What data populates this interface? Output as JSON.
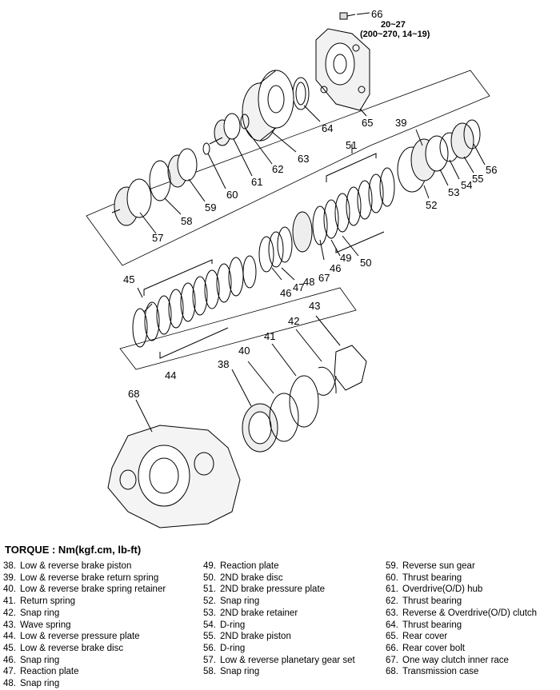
{
  "torque_heading": "TORQUE : Nm(kgf.cm, lb-ft)",
  "torque_spec": {
    "line1": "20~27",
    "line2": "(200~270, 14~19)"
  },
  "callouts": {
    "c38": "38",
    "c40": "40",
    "c41": "41",
    "c42": "42",
    "c43": "43",
    "c44": "44",
    "c45": "45",
    "c46": "46",
    "c47": "47",
    "c48": "48",
    "c49": "49",
    "c50": "50",
    "c51": "51",
    "c52": "52",
    "c53": "53",
    "c54": "54",
    "c55": "55",
    "c56": "56",
    "c57": "57",
    "c58": "58",
    "c59": "59",
    "c60": "60",
    "c61": "61",
    "c62": "62",
    "c63": "63",
    "c64": "64",
    "c65": "65",
    "c66": "66",
    "c67": "67",
    "c68": "68",
    "c46b": "46",
    "c39": "39"
  },
  "legend": {
    "col1": [
      {
        "num": "38.",
        "name": "Low & reverse brake piston"
      },
      {
        "num": "39.",
        "name": "Low & reverse brake return spring"
      },
      {
        "num": "40.",
        "name": "Low & reverse brake spring retainer"
      },
      {
        "num": "41.",
        "name": "Return spring"
      },
      {
        "num": "42.",
        "name": "Snap ring"
      },
      {
        "num": "43.",
        "name": "Wave spring"
      },
      {
        "num": "44.",
        "name": "Low & reverse pressure plate"
      },
      {
        "num": "45.",
        "name": "Low & reverse brake disc"
      },
      {
        "num": "46.",
        "name": "Snap ring"
      },
      {
        "num": "47.",
        "name": "Reaction plate"
      },
      {
        "num": "48.",
        "name": "Snap ring"
      }
    ],
    "col2": [
      {
        "num": "49.",
        "name": "Reaction plate"
      },
      {
        "num": "50.",
        "name": "2ND brake disc"
      },
      {
        "num": "51.",
        "name": "2ND brake pressure plate"
      },
      {
        "num": "52.",
        "name": "Snap ring"
      },
      {
        "num": "53.",
        "name": "2ND brake retainer"
      },
      {
        "num": "54.",
        "name": "D-ring"
      },
      {
        "num": "55.",
        "name": "2ND brake piston"
      },
      {
        "num": "56.",
        "name": "D-ring"
      },
      {
        "num": "57.",
        "name": "Low & reverse planetary gear set"
      },
      {
        "num": "58.",
        "name": "Snap ring"
      }
    ],
    "col3": [
      {
        "num": "59.",
        "name": "Reverse sun gear"
      },
      {
        "num": "60.",
        "name": "Thrust bearing"
      },
      {
        "num": "61.",
        "name": "Overdrive(O/D) hub"
      },
      {
        "num": "62.",
        "name": "Thrust bearing"
      },
      {
        "num": "63.",
        "name": "Reverse & Overdrive(O/D) clutch"
      },
      {
        "num": "64.",
        "name": "Thrust bearing"
      },
      {
        "num": "65.",
        "name": "Rear cover"
      },
      {
        "num": "66.",
        "name": "Rear cover bolt"
      },
      {
        "num": "67.",
        "name": "One way clutch inner race"
      },
      {
        "num": "68.",
        "name": "Transmission case"
      }
    ]
  }
}
